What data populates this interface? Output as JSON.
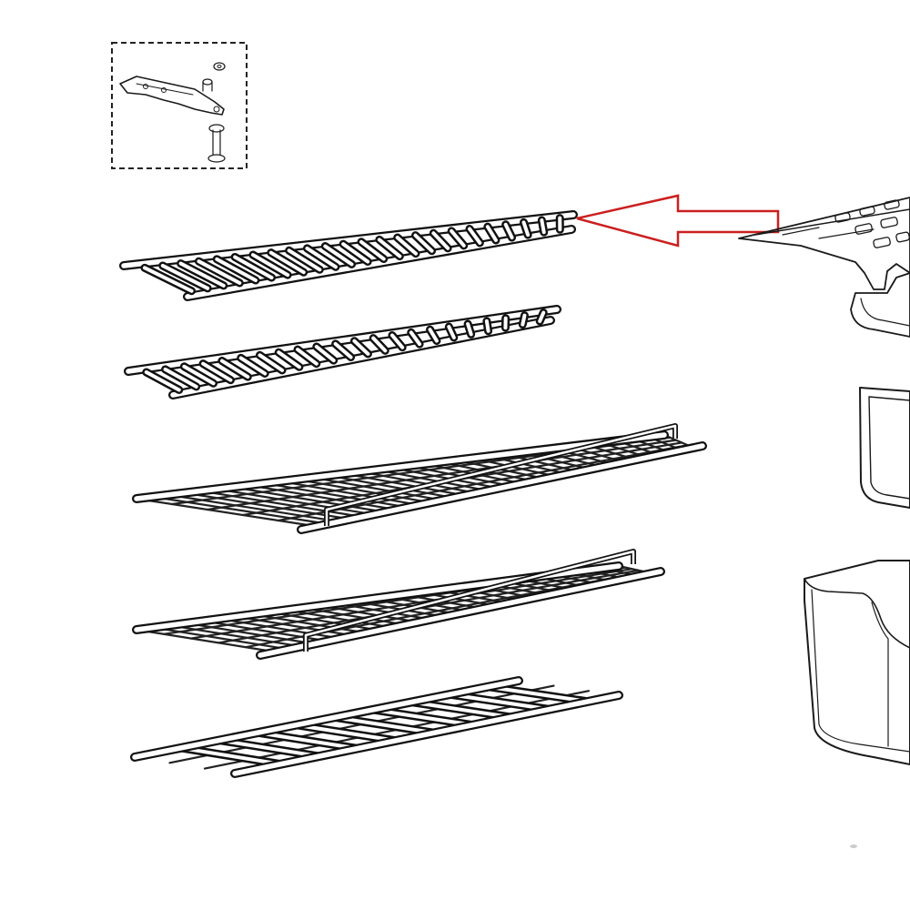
{
  "figure": {
    "type": "exploded-parts-diagram",
    "background": "#ffffff",
    "line_color": "#1a1a1a",
    "highlight_arrow_color": "#cc1f1f",
    "highlighted_part": "upper-freezer-shelf",
    "parts": [
      "hinge-bracket-detail",
      "upper-freezer-shelf",
      "lower-freezer-shelf",
      "wire-shelf-with-rail-1",
      "wire-shelf-with-rail-2",
      "open-wire-shelf",
      "door-bin-top",
      "door-bin-middle",
      "door-bin-bottom"
    ]
  }
}
